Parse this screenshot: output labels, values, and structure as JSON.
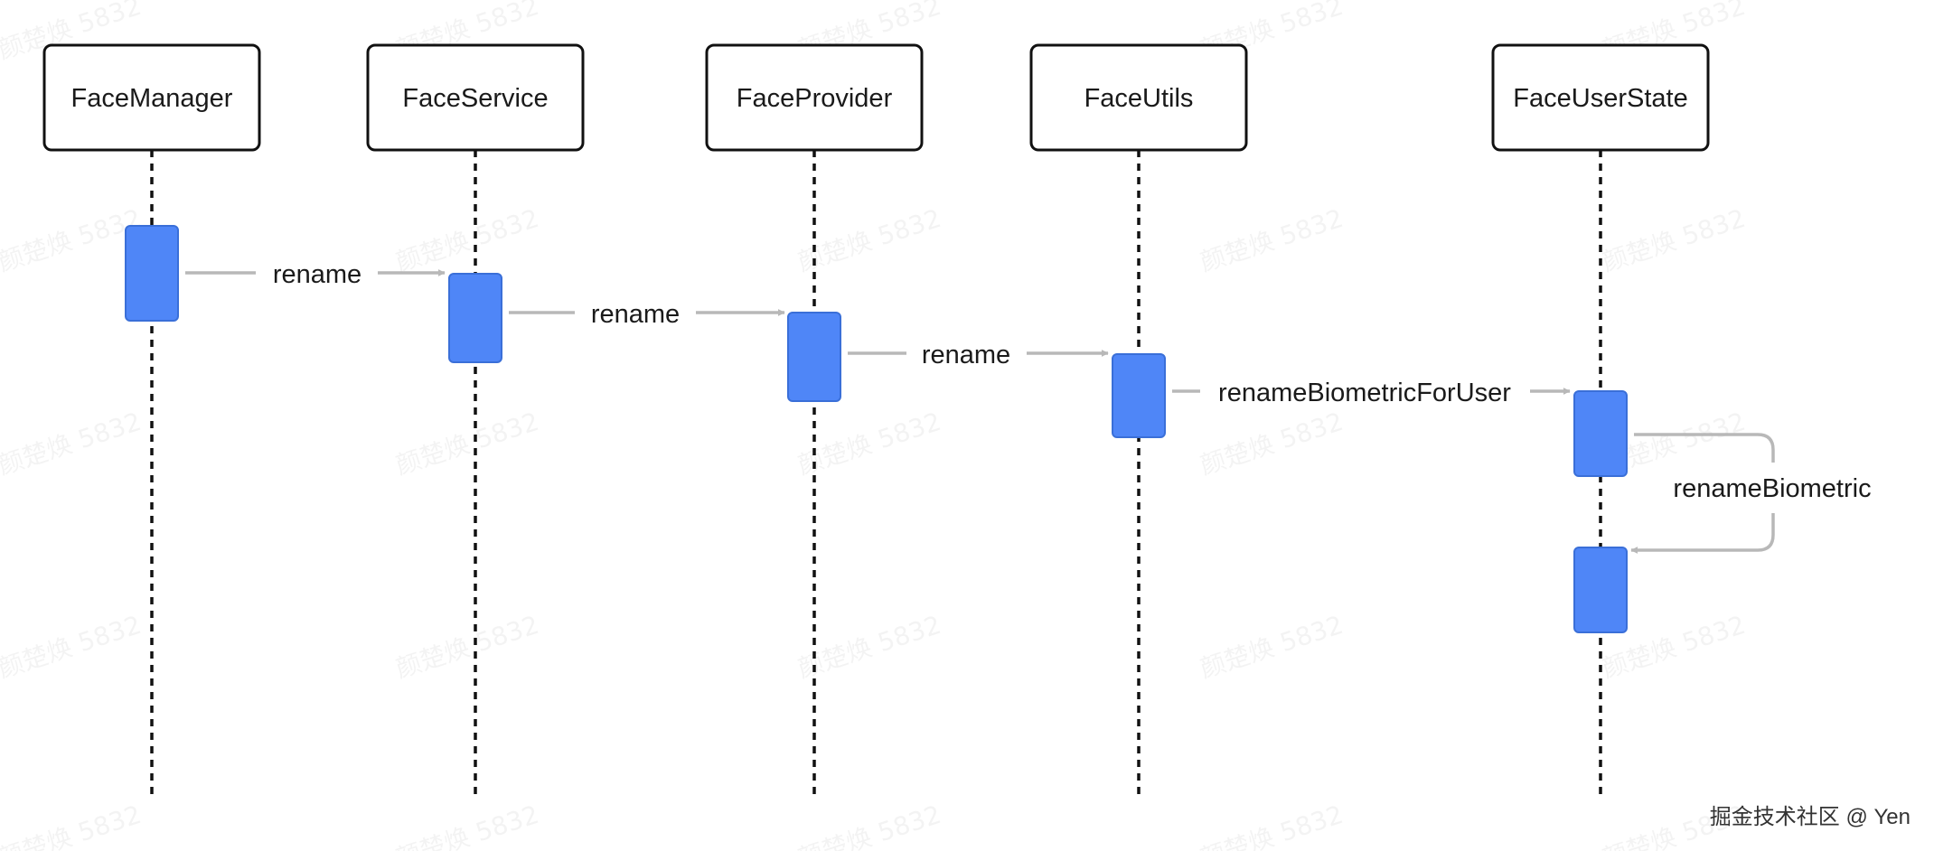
{
  "actors": [
    {
      "id": "face-manager",
      "label": "FaceManager"
    },
    {
      "id": "face-service",
      "label": "FaceService"
    },
    {
      "id": "face-provider",
      "label": "FaceProvider"
    },
    {
      "id": "face-utils",
      "label": "FaceUtils"
    },
    {
      "id": "face-user-state",
      "label": "FaceUserState"
    }
  ],
  "messages": [
    {
      "label": "rename"
    },
    {
      "label": "rename"
    },
    {
      "label": "rename"
    },
    {
      "label": "renameBiometricForUser"
    },
    {
      "label": "renameBiometric"
    }
  ],
  "watermark": {
    "text": "颜楚焕 5832"
  },
  "footer": {
    "text": "掘金技术社区 @ Yen"
  },
  "colors": {
    "activation_fill": "#4f86f7",
    "activation_stroke": "#3a6fd8",
    "arrow": "#b8b8b8",
    "box_stroke": "#111111",
    "lifeline": "#111111"
  }
}
